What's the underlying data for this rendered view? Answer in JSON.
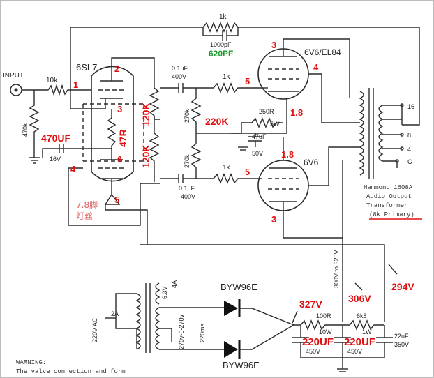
{
  "tubes": {
    "v1": "6SL7",
    "v2": "6V6/EL84",
    "v3": "6V6"
  },
  "input_label": "INPUT",
  "components": {
    "r_fb": "1k",
    "c_fb": "1000pF",
    "c_fb_mod": "620PF",
    "r_in": "10k",
    "r_grid": "470k",
    "c_cath": "470UF",
    "c_cath_v": "16V",
    "r_cath": "47R",
    "r_load1": "120K",
    "r_load2": "120K",
    "c_cpl1": "0.1uF",
    "c_cpl1_v": "400V",
    "c_cpl2": "0.1uF",
    "c_cpl2_v": "400V",
    "r_gs1": "1k",
    "r_gs2": "1k",
    "r_gl1": "270k",
    "r_gl2": "270k",
    "r_bias_mod": "220K",
    "r_pk": "250R",
    "r_pk_w": "5W",
    "c_pk": "47uF",
    "c_pk_v": "50V"
  },
  "pins": {
    "v1_p1": "1",
    "v1_p2": "2",
    "v1_p3": "3",
    "v1_p4": "4",
    "v1_p5": "5",
    "v1_p6": "6",
    "v2_p3": "3",
    "v2_p4": "4",
    "v2_p5": "5",
    "v2_p18": "1.8",
    "v3_p18": "1.8",
    "v3_p5": "5",
    "v3_p3": "3"
  },
  "heater_note": "7.8脚\n灯丝",
  "transformer": {
    "title": "Hammond 1608A",
    "line2": "Audio Output",
    "line3": "Transformer",
    "line4": "(8k Primary)",
    "taps": [
      "16",
      "8",
      "4",
      "C"
    ]
  },
  "power": {
    "diode1": "BYW96E",
    "diode2": "BYW96E",
    "ac_in": "220V AC",
    "fuse": "2A",
    "heater_v": "6.3V",
    "heater_a": "4A",
    "hv_v": "270v-0-270v",
    "hv_a": "220ma",
    "v_327": "327V",
    "v_306": "306V",
    "v_294": "294V",
    "v_range": "300V to 325V",
    "r_100": "100R",
    "r_100_w": "10W",
    "r_6k8": "6k8",
    "r_6k8_w": "1W",
    "c1": "220UF",
    "c1_v": "450V",
    "c2": "220UF",
    "c2_v": "450V",
    "c3": "22uF",
    "c3_v": "350V"
  },
  "warning": {
    "title": "WARNING:",
    "text": "The valve connection and form"
  }
}
